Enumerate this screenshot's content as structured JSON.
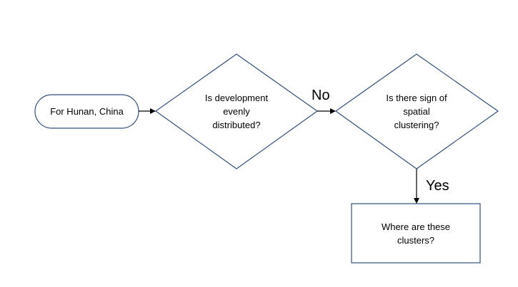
{
  "colors": {
    "shape_stroke": "#2f4f7f",
    "connector": "#000000",
    "background": "#ffffff"
  },
  "nodes": {
    "start": {
      "text": "For Hunan, China"
    },
    "decision_even": {
      "text": "Is development evenly distributed?"
    },
    "decision_cluster": {
      "text": "Is there sign of spatial clustering?"
    },
    "process_where": {
      "text": "Where are these clusters?"
    }
  },
  "edges": {
    "no_label": "No",
    "yes_label": "Yes"
  }
}
